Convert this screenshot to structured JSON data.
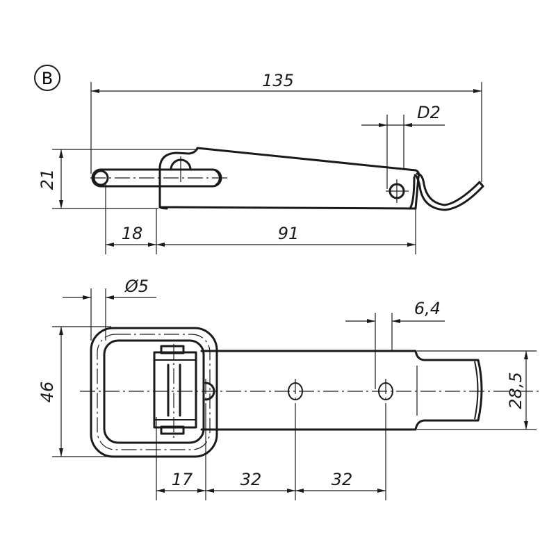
{
  "view_label": "B",
  "side_view": {
    "dims": {
      "overall_length": "135",
      "hole_dia": "D2",
      "height": "21",
      "offset": "18",
      "base_length": "91"
    }
  },
  "top_view": {
    "dims": {
      "ring_dia": "Ø5",
      "slot_width": "6,4",
      "bracket_width": "46",
      "plate_width": "28,5",
      "first_hole": "17",
      "pitch_1": "32",
      "pitch_2": "32"
    }
  },
  "colors": {
    "line": "#1a1a1a",
    "background": "#ffffff"
  }
}
